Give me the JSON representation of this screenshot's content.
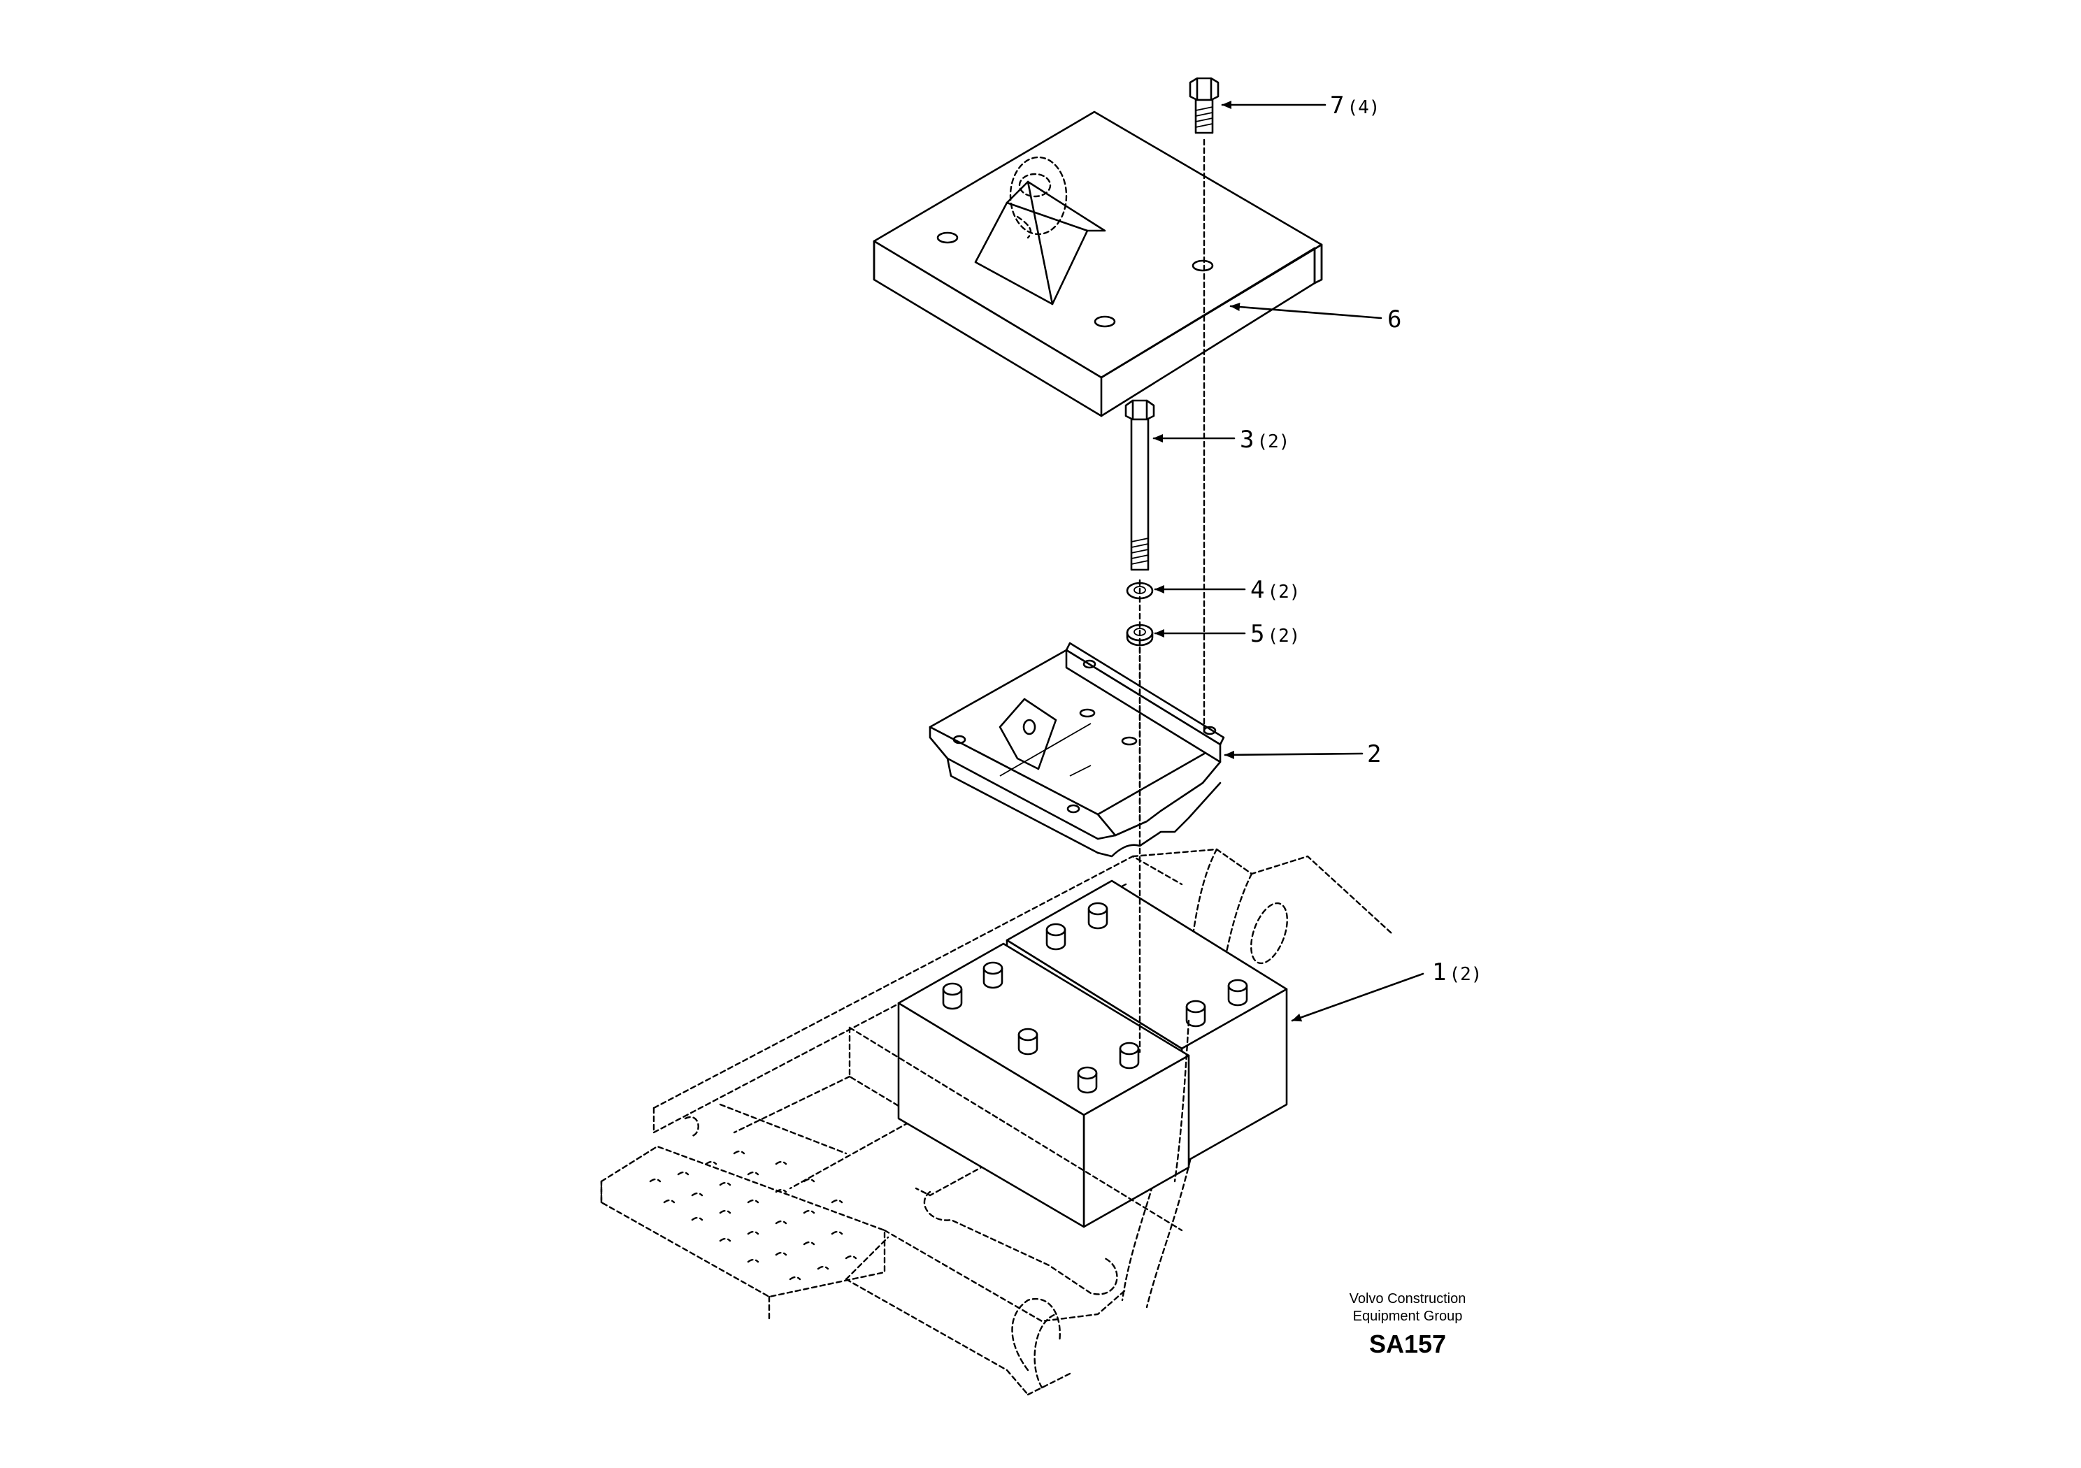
{
  "callouts": [
    {
      "id": "7",
      "number": "7",
      "qty": "(4)"
    },
    {
      "id": "6",
      "number": "6",
      "qty": ""
    },
    {
      "id": "3",
      "number": "3",
      "qty": "(2)"
    },
    {
      "id": "4",
      "number": "4",
      "qty": "(2)"
    },
    {
      "id": "5",
      "number": "5",
      "qty": "(2)"
    },
    {
      "id": "2",
      "number": "2",
      "qty": ""
    },
    {
      "id": "1",
      "number": "1",
      "qty": "(2)"
    }
  ],
  "credit": {
    "line1": "Volvo Construction",
    "line2": "Equipment Group",
    "figure_id": "SA157"
  }
}
